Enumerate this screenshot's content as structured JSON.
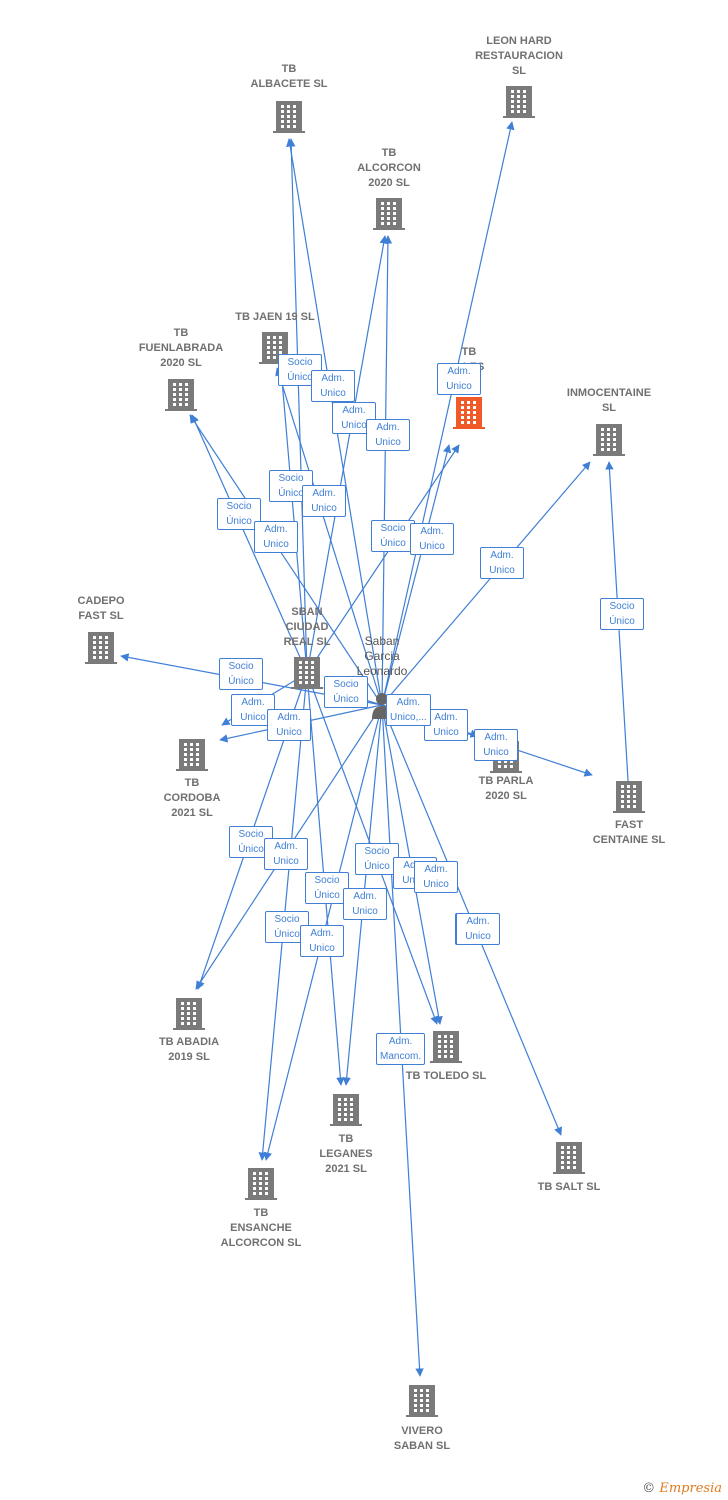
{
  "colors": {
    "edge": "#3f7fd6",
    "building": "#7a7a7a",
    "highlight": "#f05a28",
    "tag_border": "#3f7fd6"
  },
  "center": {
    "id": "saban",
    "label": "Saban\nGarcia\nLeonardo",
    "icon": "person-icon"
  },
  "nodes": [
    {
      "id": "albacete",
      "label": "TB\nALBACETE  SL"
    },
    {
      "id": "leonhard",
      "label": "LEON HARD\nRESTAURACION\nSL"
    },
    {
      "id": "alcorcon",
      "label": "TB\nALCORCON\n2020  SL"
    },
    {
      "id": "jaen",
      "label": "TB JAEN 19  SL"
    },
    {
      "id": "fuenlabrada",
      "label": "TB\nFUENLABRADA\n2020  SL"
    },
    {
      "id": "tbles",
      "label": "TB\n...LES\nSL"
    },
    {
      "id": "inmocentaine",
      "label": "INMOCENTAINE\nSL"
    },
    {
      "id": "cadepo",
      "label": "CADEPO\nFAST SL"
    },
    {
      "id": "sban",
      "label": "SBAN\nCIUDAD\nREAL  SL"
    },
    {
      "id": "cordoba",
      "label": "TB\nCORDOBA\n2021  SL"
    },
    {
      "id": "parla",
      "label": "TB PARLA\n2020  SL"
    },
    {
      "id": "fastcentaine",
      "label": "FAST\nCENTAINE SL"
    },
    {
      "id": "abadia",
      "label": "TB ABADIA\n2019  SL"
    },
    {
      "id": "toledo",
      "label": "TB TOLEDO  SL"
    },
    {
      "id": "leganes",
      "label": "TB\nLEGANES\n2021  SL"
    },
    {
      "id": "salt",
      "label": "TB SALT  SL"
    },
    {
      "id": "ensanche",
      "label": "TB\nENSANCHE\nALCORCON  SL"
    },
    {
      "id": "vivero",
      "label": "VIVERO\nSABAN  SL"
    }
  ],
  "edge_labels": [
    "Socio\nÚnico",
    "Adm.\nUnico",
    "Adm.\nUnico",
    "Socio\nÚnico",
    "Adm.\nUnico",
    "Socio\nÚnico",
    "Adm.\nUnico",
    "Socio\nÚnico",
    "Adm.\nUnico",
    "Adm.\nUnico",
    "Socio\nÚnico",
    "Adm.\nUnico",
    "Adm.\nUnico",
    "Socio\nÚnico",
    "Adm.\nUnico",
    "Adm.\nUnico",
    "Socio\nÚnico",
    "Adm.\nUnico",
    "Adm.\nUnico,...",
    "Socio\nÚnico",
    "Adm.\nUnico",
    "Socio\nÚnico",
    "Adm.\nUnico",
    "Socio\nÚnico",
    "Adm.\nUnico",
    "Socio\nÚnico",
    "Adm.\nUnico",
    "Socio\nÚnico",
    "Adm.\nUnico",
    "Adm.\nUnico",
    "Adm.\nMancom.",
    "Adm.\nUnico"
  ],
  "copyright": {
    "symbol": "©",
    "brand": "Empresia"
  }
}
